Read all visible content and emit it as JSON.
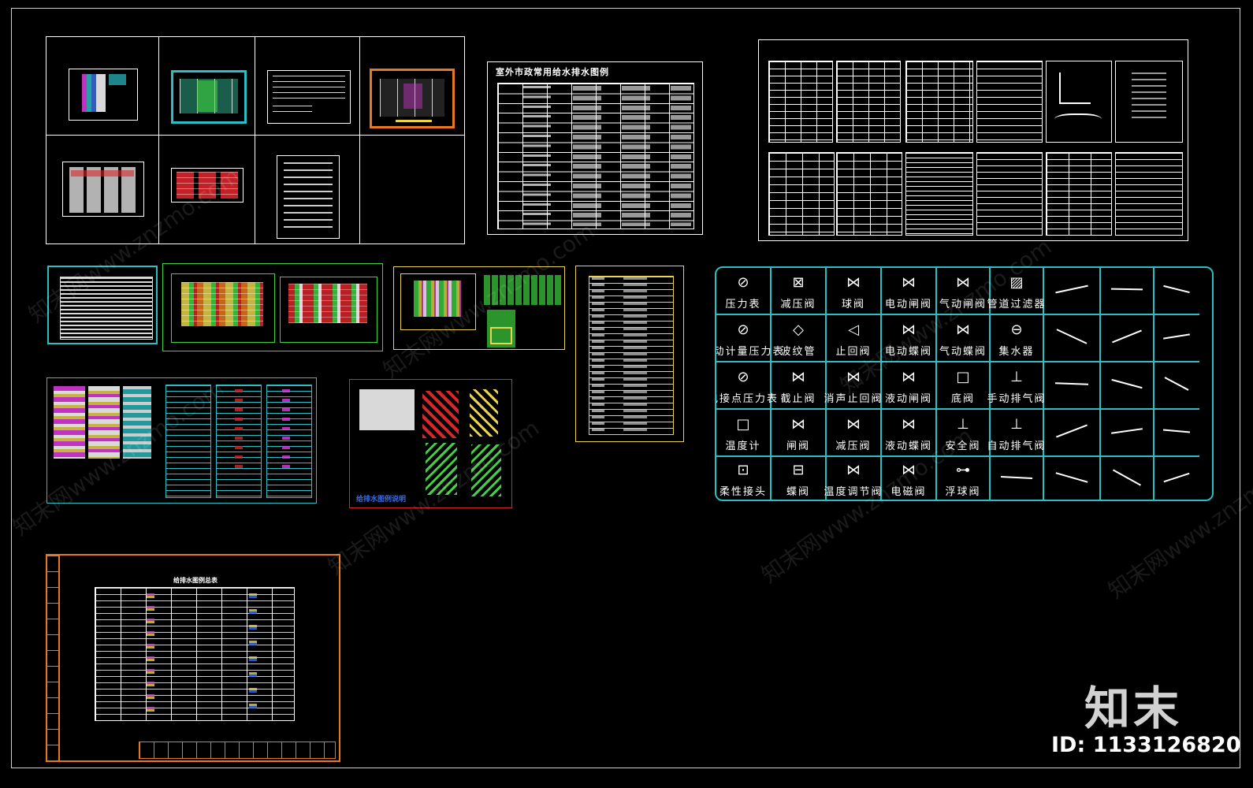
{
  "drawing": {
    "legend_table_title": "室外市政常用给水排水图例",
    "symbol_labels": [
      "压力表",
      "减压阀",
      "球阀",
      "电动闸阀",
      "气动闸阀",
      "管道过滤器",
      "自动计量压力表",
      "波纹管",
      "止回阀",
      "电动蝶阀",
      "气动蝶阀",
      "集水器",
      "电接点压力表",
      "截止阀",
      "消声止回阀",
      "液动闸阀",
      "底阀",
      "手动排气阀",
      "温度计",
      "闸阀",
      "减压阀",
      "液动蝶阀",
      "安全阀",
      "自动排气阀",
      "柔性接头",
      "蝶阀",
      "温度调节阀",
      "电磁阀",
      "浮球阀"
    ],
    "small_sheet_caption": "给排水图例说明",
    "bottom_sheet_title": "给排水图例总表"
  },
  "watermark": {
    "text": "知末网www.znzmo.com",
    "brand_logo": "知末",
    "id_label": "ID: 1133126820"
  },
  "colors": {
    "background": "#000000",
    "cyan": "#2bbfc4",
    "yellow": "#e8d44d",
    "orange": "#e8781e",
    "red": "#d8262b",
    "green": "#3fd33f",
    "white": "#ffffff"
  }
}
